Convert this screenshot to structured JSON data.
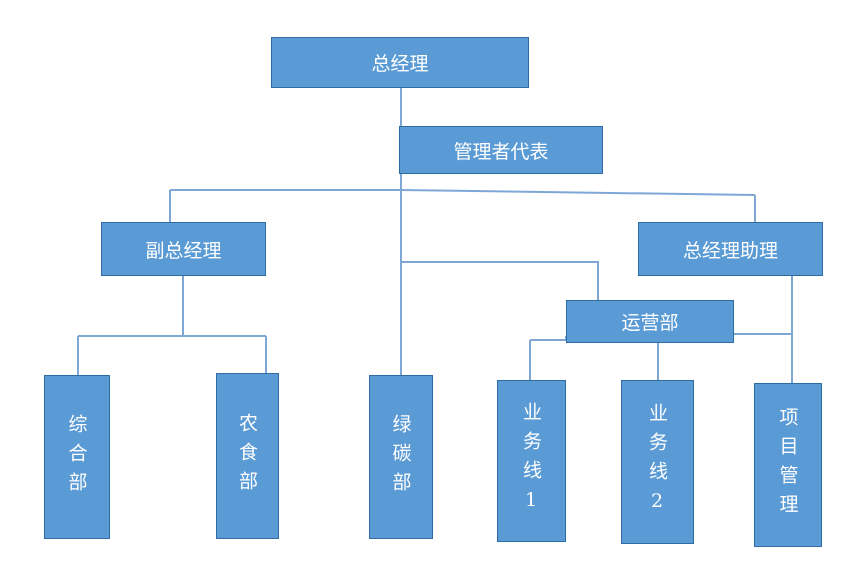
{
  "diagram": {
    "type": "org-chart",
    "nodes": {
      "gm": "总经理",
      "mgmt_rep": "管理者代表",
      "deputy_gm": "副总经理",
      "gm_assistant": "总经理助理",
      "ops": "运营部",
      "general_dept": "综合部",
      "agri_food": "农食部",
      "green_carbon": "绿碳部",
      "business_line_1": "业务线1",
      "business_line_2": "业务线2",
      "project_mgmt": "项目管理"
    }
  },
  "colors": {
    "box_fill": "#5b9bd5",
    "box_border": "#2e6da4",
    "connector": "#7fa7d6",
    "text": "#ffffff"
  }
}
